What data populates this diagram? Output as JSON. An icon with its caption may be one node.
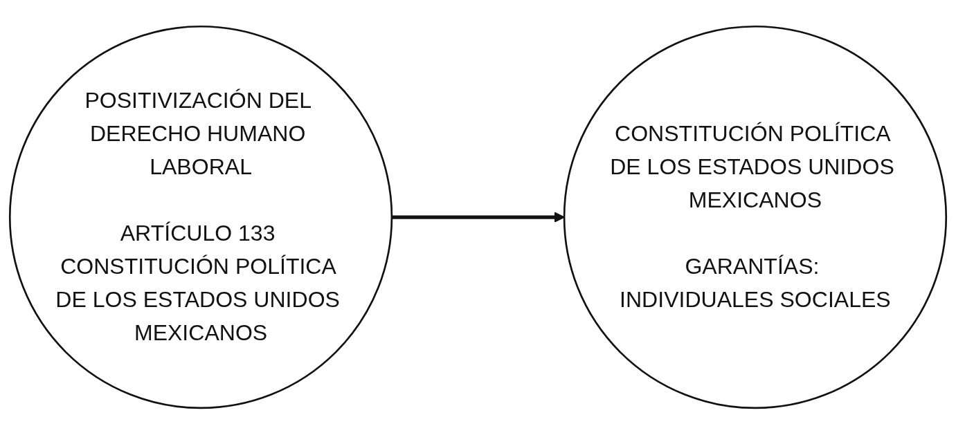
{
  "diagram": {
    "nodes": [
      {
        "text": [
          "POSITIVIZACIÓN DEL DERECHO HUMANO LABORAL",
          "ARTÍCULO 133 CONSTITUCIÓN POLÍTICA DE LOS ESTADOS UNIDOS MEXICANOS"
        ]
      },
      {
        "text": [
          "CONSTITUCIÓN POLÍTICA DE LOS ESTADOS UNIDOS MEXICANOS",
          "GARANTÍAS: INDIVIDUALES SOCIALES"
        ]
      }
    ],
    "edges": [
      {
        "from": 0,
        "to": 1,
        "arrow": "to"
      }
    ]
  }
}
